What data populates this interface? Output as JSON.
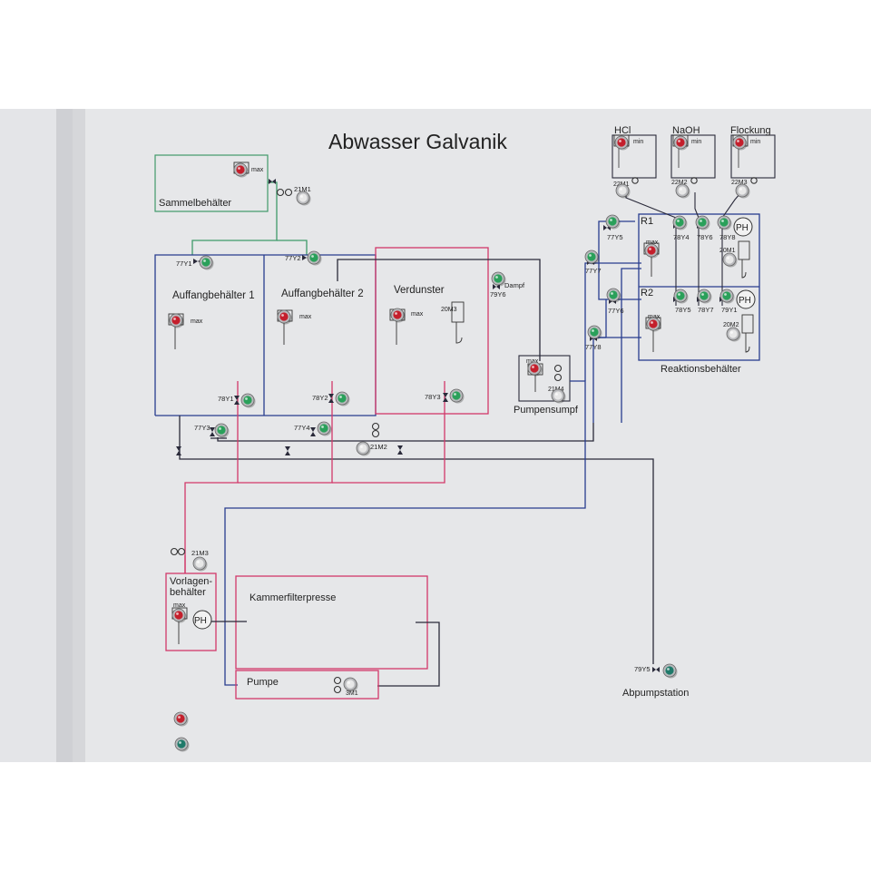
{
  "panel": {
    "title": "Abwasser Galvanik",
    "colors": {
      "panel_bg": "#e6e7e9",
      "green_line": "#3f9a6a",
      "blue_line": "#283d8f",
      "dark_line": "#2a2a3a",
      "red_line": "#d2386a",
      "lamp_red": "#c41f2c",
      "lamp_green": "#2aa05a",
      "lamp_white": "#e8e8e8",
      "lamp_teal": "#1f7a6a"
    }
  },
  "tanks": {
    "sammel": {
      "label": "Sammelbehälter",
      "max": "max"
    },
    "auffang1": {
      "label": "Auffangbehälter 1",
      "max": "max"
    },
    "auffang2": {
      "label": "Auffangbehälter 2",
      "max": "max"
    },
    "verdunster": {
      "label": "Verdunster",
      "max": "max",
      "heater": "20M3"
    },
    "pumpensumpf": {
      "label": "Pumpensumpf",
      "max": "max",
      "pump": "21M4"
    },
    "reaktion": {
      "label": "Reaktionsbehälter",
      "r1": "R1",
      "r2": "R2",
      "max": "max",
      "ph": "PH",
      "stirrer1": "20M1",
      "stirrer2": "20M2"
    },
    "vorlage": {
      "label1": "Vorlagen-",
      "label2": "behälter",
      "max": "max",
      "ph": "PH"
    },
    "kammer": {
      "label": "Kammerfilterpresse"
    },
    "pumpe": {
      "label": "Pumpe",
      "tag": "3M1"
    }
  },
  "dosing": {
    "hcl": {
      "label": "HCl",
      "min": "min",
      "pump": "22M1"
    },
    "naoh": {
      "label": "NaOH",
      "min": "min",
      "pump": "22M2"
    },
    "flockung": {
      "label": "Flockung",
      "min": "min",
      "pump": "22M3"
    }
  },
  "valves": {
    "v77y1": "77Y1",
    "v77y2": "77Y2",
    "v78y1": "78Y1",
    "v78y2": "78Y2",
    "v78y3": "78Y3",
    "v77y3": "77Y3",
    "v77y4": "77Y4",
    "v21m1": "21M1",
    "v21m2": "21M2",
    "v21m3": "21M3",
    "v79y6": "79Y6",
    "dampf": "Dampf",
    "v77y5": "77Y5",
    "v77y7": "77Y7",
    "v77y6": "77Y6",
    "v77y8": "77Y8",
    "v78y4": "78Y4",
    "v78y6": "78Y6",
    "v78y8": "78Y8",
    "v78y5": "78Y5",
    "v78y7": "78Y7",
    "v79y1": "79Y1",
    "v79y5": "79Y5"
  },
  "station": {
    "label": "Abpumpstation"
  }
}
